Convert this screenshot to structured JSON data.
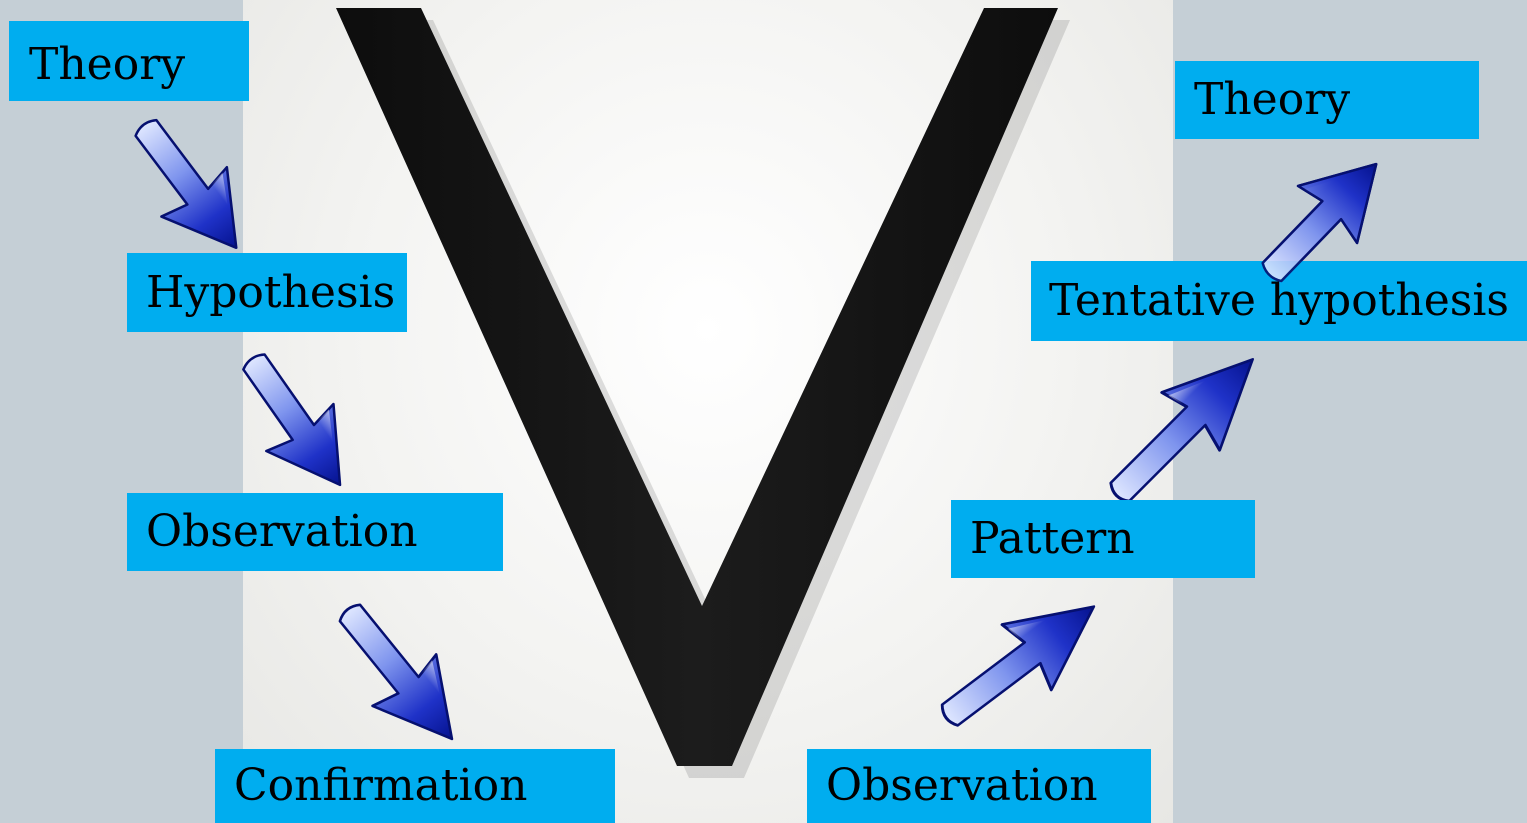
{
  "left_column": {
    "step1": "Theory",
    "step2": "Hypothesis",
    "step3": "Observation",
    "step4": "Confirmation"
  },
  "right_column": {
    "step1": "Observation",
    "step2": "Pattern",
    "step3": "Tentative hypothesis",
    "step4": "Theory"
  },
  "colors": {
    "label_background": "#00adef",
    "page_background": "#c5cfd6",
    "letter_v": "#141414",
    "arrow_dark": "#0a1ab8",
    "arrow_light": "#d9e2ff"
  },
  "icons": {
    "arrow_down": "arrow-down-right-icon",
    "arrow_up": "arrow-up-right-icon"
  }
}
